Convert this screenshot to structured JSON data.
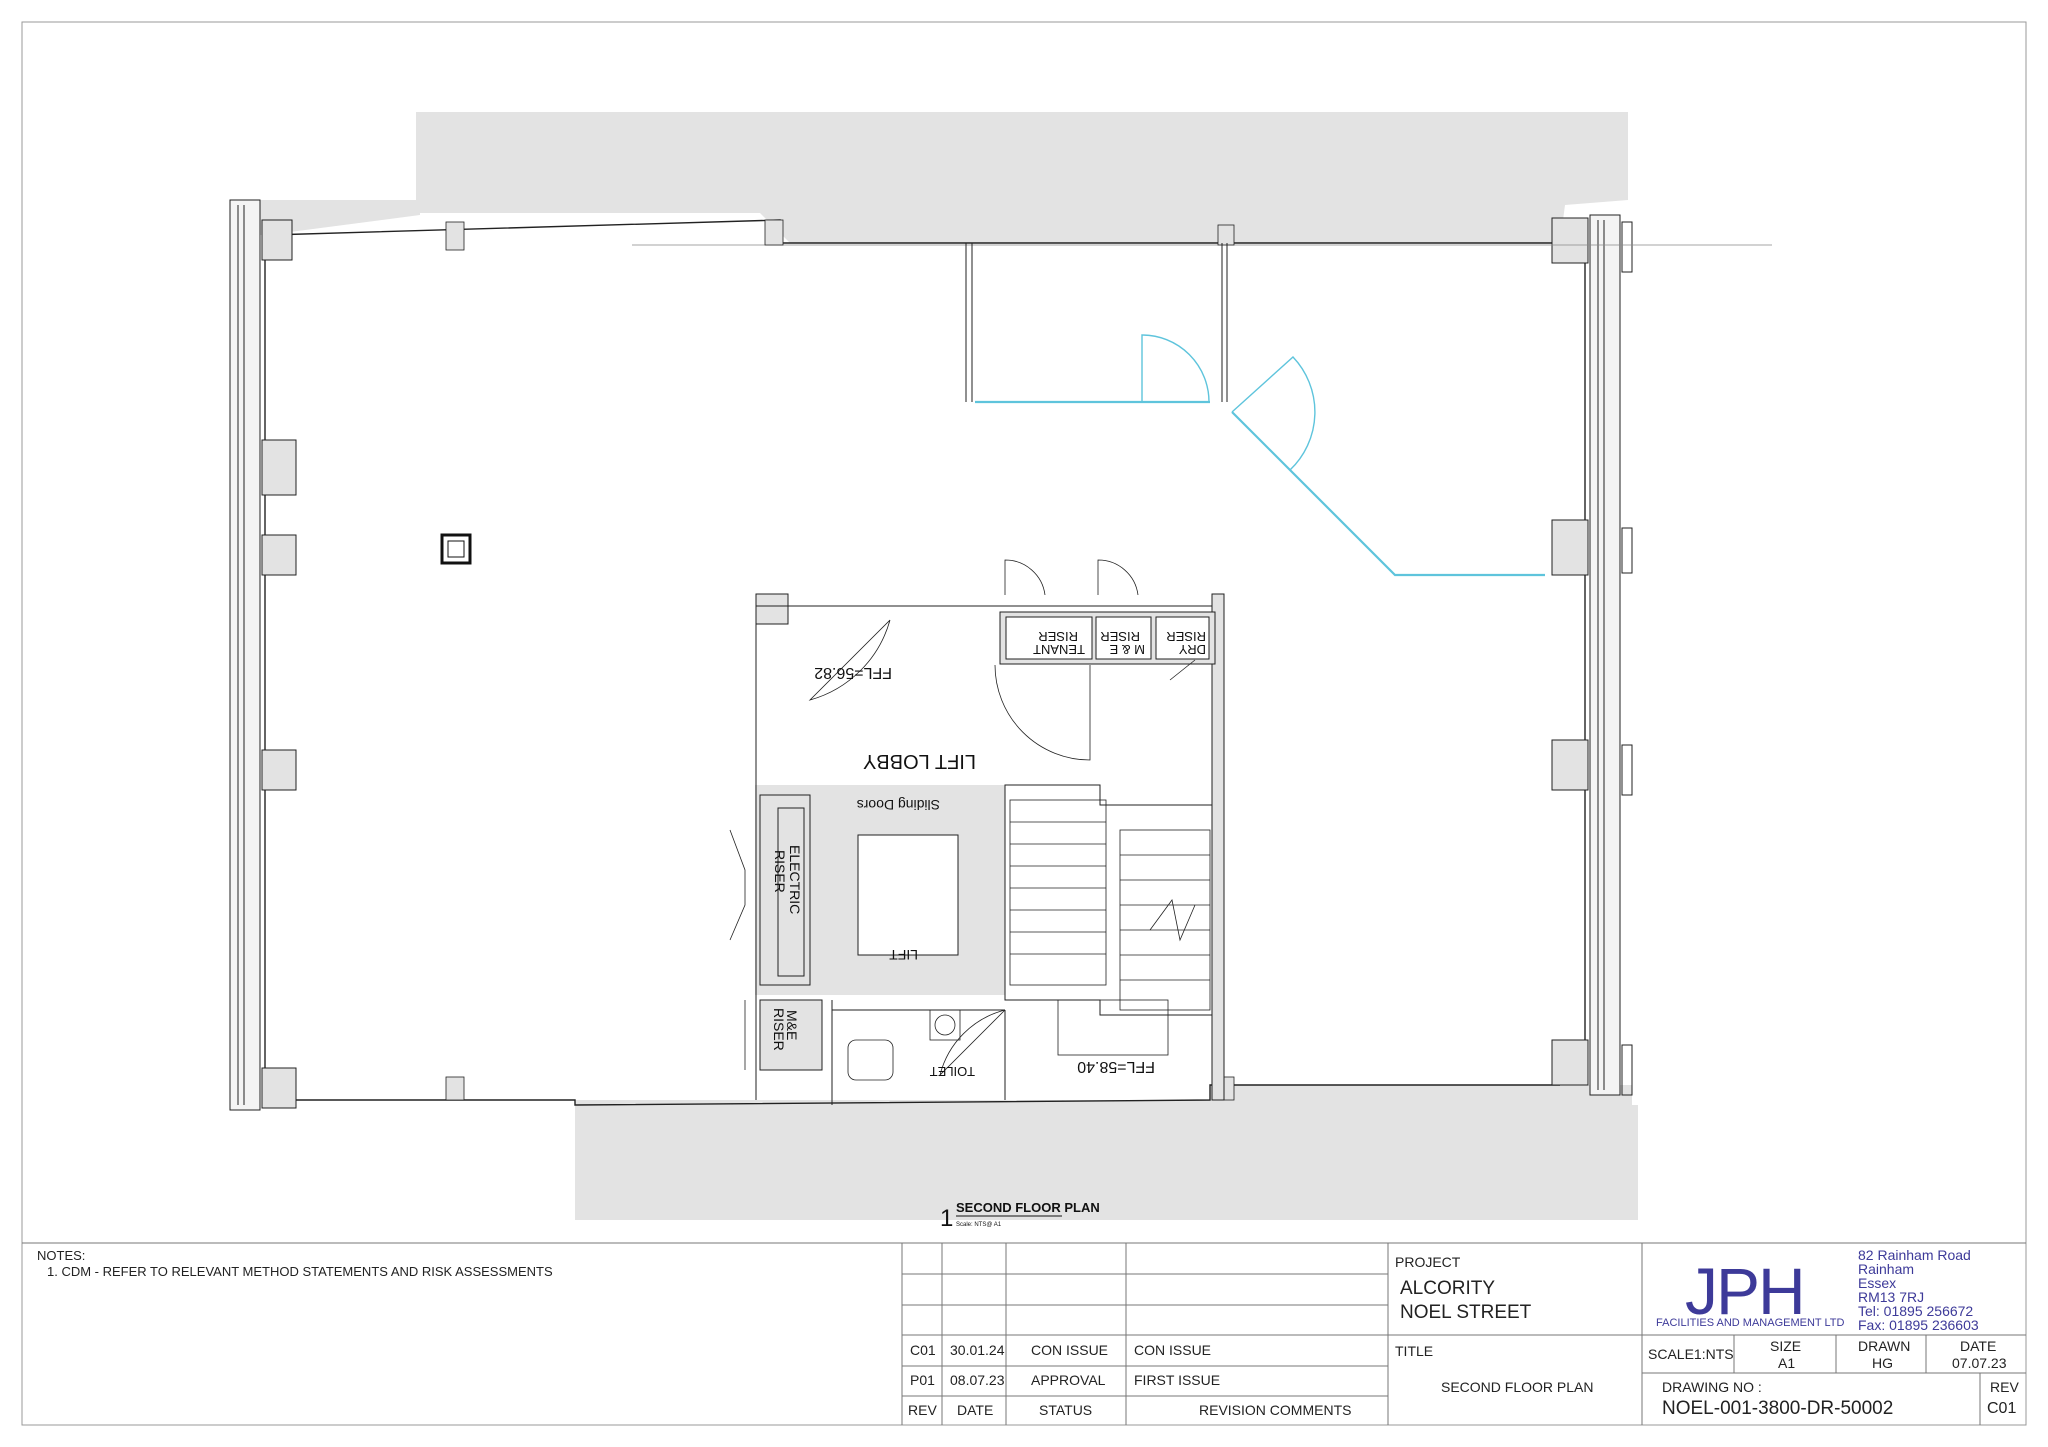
{
  "drawing": {
    "room_labels": {
      "lift_lobby": "LIFT LOBBY",
      "sliding_doors": "Sliding Doors",
      "lift": "LIFT",
      "electric_riser_1": "ELECTRIC",
      "electric_riser_2": "RISER",
      "me_riser_1": "M&E",
      "me_riser_2": "RISER",
      "tenant_riser_1": "TENANT",
      "tenant_riser_2": "RISER",
      "me_riser_top_1": "M & E",
      "me_riser_top_2": "RISER",
      "dry_riser_1": "DRY",
      "dry_riser_2": "RISER",
      "toilet": "TOILET",
      "ffl_lobby": "FFL=56.82",
      "ffl_stair": "FFL=58.40"
    },
    "view_title": {
      "number": "1",
      "name": "SECOND FLOOR PLAN",
      "scale": "Scale: NTS@ A1"
    }
  },
  "notes": {
    "heading": "NOTES:",
    "items": [
      "1.     CDM - REFER TO RELEVANT METHOD STATEMENTS AND RISK ASSESSMENTS"
    ]
  },
  "revisions": {
    "headers": {
      "rev": "REV",
      "date": "DATE",
      "status": "STATUS",
      "comments": "REVISION COMMENTS"
    },
    "rows": [
      {
        "rev": "C01",
        "date": "30.01.24",
        "status": "CON ISSUE",
        "comments": "CON ISSUE"
      },
      {
        "rev": "P01",
        "date": "08.07.23",
        "status": "APPROVAL",
        "comments": "FIRST ISSUE"
      }
    ]
  },
  "title_block": {
    "project_label": "PROJECT",
    "project_line1": "ALCORITY",
    "project_line2": "NOEL STREET",
    "title_label": "TITLE",
    "title_value": "SECOND FLOOR PLAN",
    "scale": "SCALE1:NTS",
    "size_label": "SIZE",
    "size_value": "A1",
    "drawn_label": "DRAWN",
    "drawn_value": "HG",
    "date_label": "DATE",
    "date_value": "07.07.23",
    "drawing_no_label": "DRAWING NO :",
    "drawing_no": "NOEL-001-3800-DR-50002",
    "rev_label": "REV",
    "rev_value": "C01"
  },
  "company": {
    "logo": "JPH",
    "tagline": "FACILITIES AND MANAGEMENT LTD",
    "address": [
      "82 Rainham Road",
      "Rainham",
      "Essex",
      "RM13 7RJ",
      "Tel:  01895 256672",
      "Fax: 01895 236603"
    ]
  },
  "colors": {
    "line": "#222222",
    "wall_fill": "#e3e3e3",
    "new_partition": "#5ec4dc",
    "logo": "#3d3a99"
  }
}
